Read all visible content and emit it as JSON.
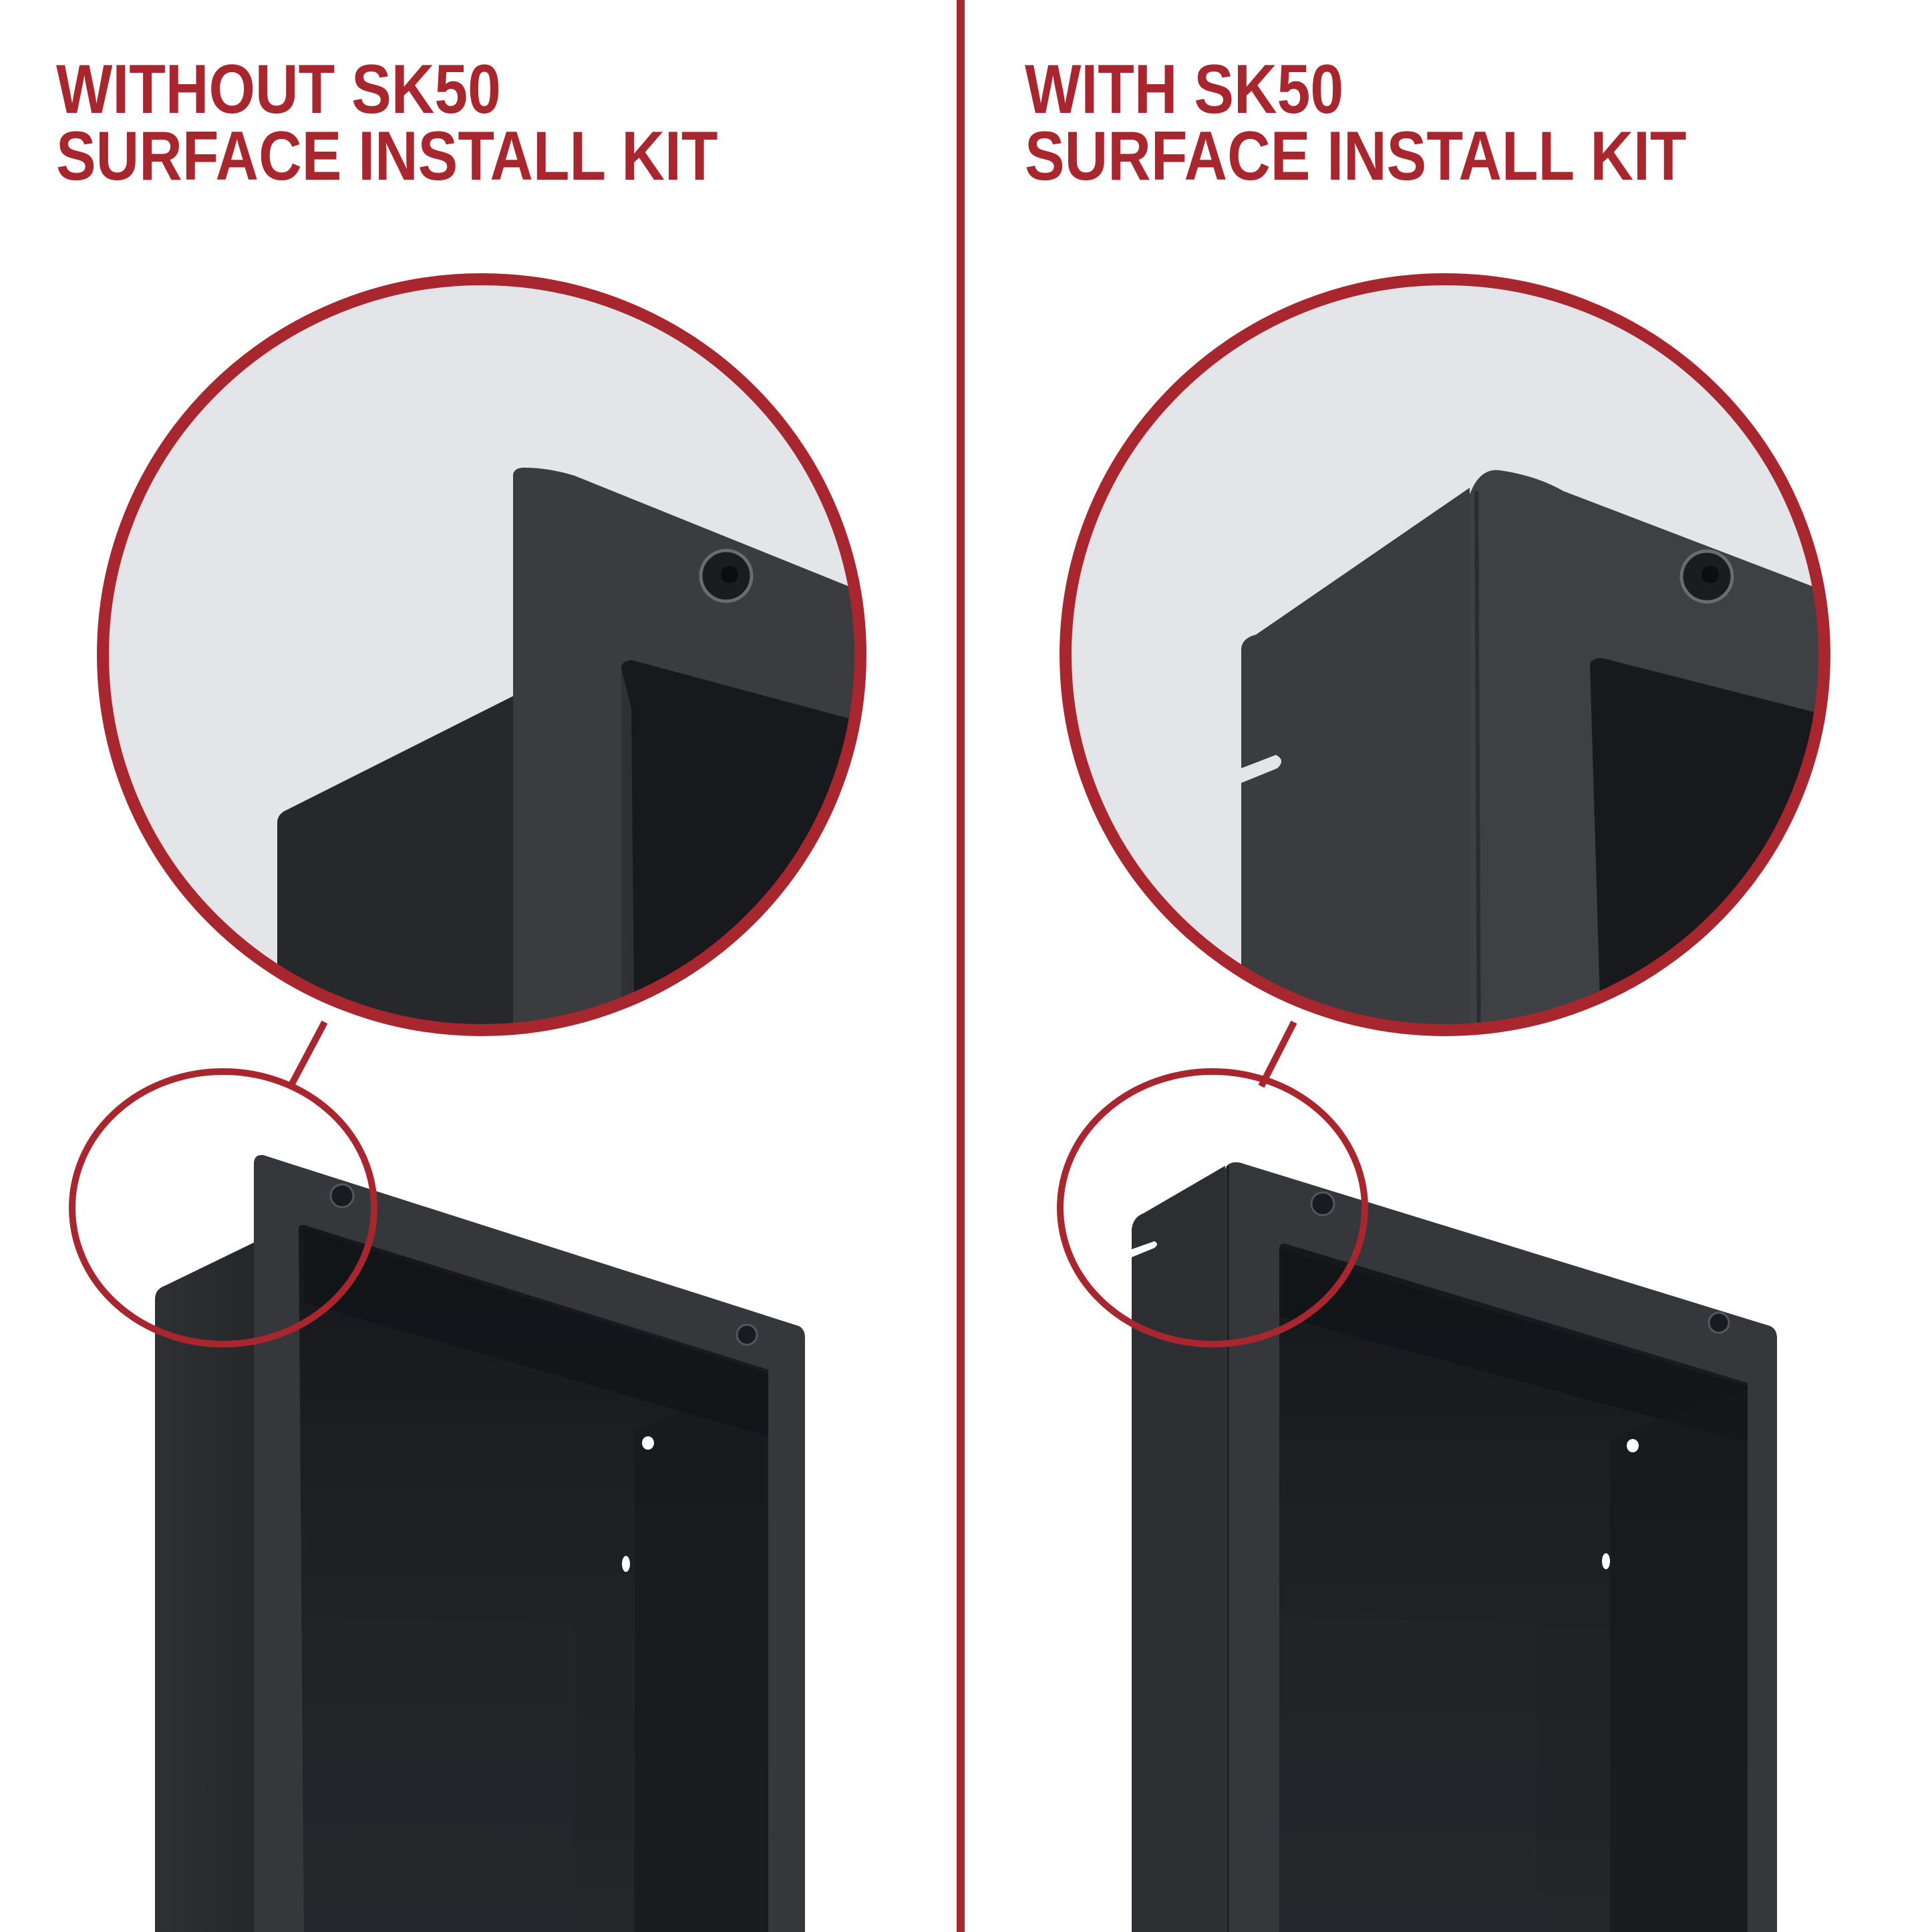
{
  "colors": {
    "accent_red": "#A8272F",
    "background": "#FFFFFF",
    "zoom_backdrop": "#E4E5E9",
    "enclosure_flange": "#3A3C40",
    "enclosure_side": "#2A2C30",
    "enclosure_interior": "#1C1E22"
  },
  "panels": [
    {
      "id": "without",
      "heading_line1": "WITHOUT SK50",
      "heading_line2": "SURFACE INSTALL KIT",
      "magnifier_icon": "zoom-callout-circle",
      "detail": "bare in-wall enclosure flange with exposed rear box"
    },
    {
      "id": "with",
      "heading_line1": "WITH SK50",
      "heading_line2": "SURFACE INSTALL KIT",
      "magnifier_icon": "zoom-callout-circle",
      "detail": "enclosure fitted with surface trim kit sleeve"
    }
  ]
}
